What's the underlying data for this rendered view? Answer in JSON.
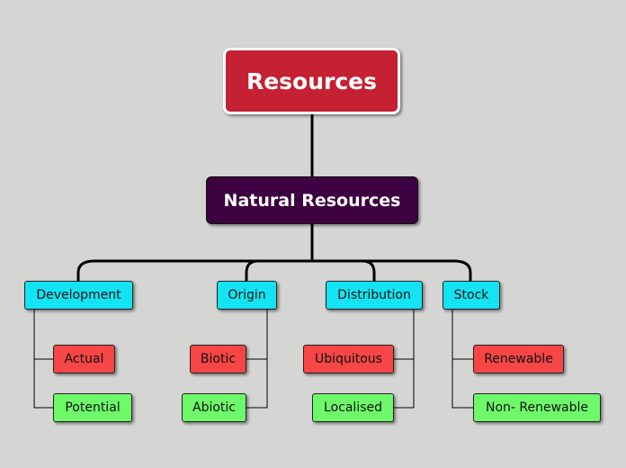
{
  "root": {
    "label": "Resources"
  },
  "main": {
    "label": "Natural Resources"
  },
  "categories": [
    {
      "label": "Development",
      "children": [
        "Actual",
        "Potential"
      ]
    },
    {
      "label": "Origin",
      "children": [
        "Biotic",
        "Abiotic"
      ]
    },
    {
      "label": "Distribution",
      "children": [
        "Ubiquitous",
        "Localised"
      ]
    },
    {
      "label": "Stock",
      "children": [
        "Renewable",
        "Non- Renewable"
      ]
    }
  ],
  "colors": {
    "background": "#d5d6d4",
    "root": "#c62033",
    "main": "#3d0040",
    "category": "#13e3f3",
    "first_child": "#f64646",
    "second_child": "#6ef96b"
  }
}
